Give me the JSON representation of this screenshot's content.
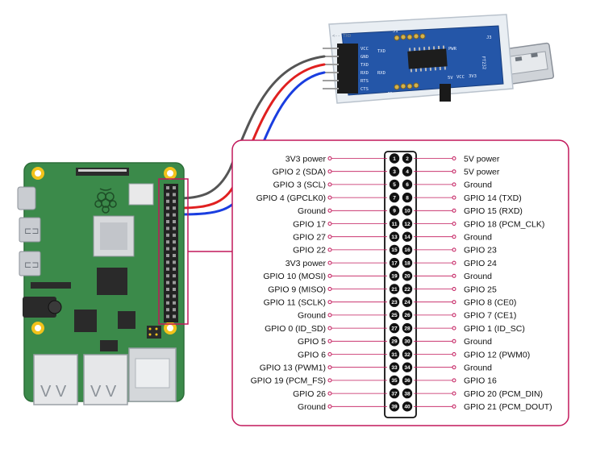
{
  "usb_adapter": {
    "header_pins": [
      "VCC",
      "GND",
      "TXD",
      "RXD",
      "RTS",
      "CTS"
    ],
    "board_text": [
      "FT232",
      "5V",
      "VCC",
      "3V3",
      "PWR",
      "TXD",
      "RXD",
      "J1",
      "J2",
      "J3"
    ],
    "case_text": [
      "<-- TXD"
    ]
  },
  "gpio": {
    "rows": [
      {
        "left": "3V3 power",
        "right": "5V power",
        "lpin": "1",
        "rpin": "2"
      },
      {
        "left": "GPIO 2 (SDA)",
        "right": "5V power",
        "lpin": "3",
        "rpin": "4"
      },
      {
        "left": "GPIO 3 (SCL)",
        "right": "Ground",
        "lpin": "5",
        "rpin": "6"
      },
      {
        "left": "GPIO 4 (GPCLK0)",
        "right": "GPIO 14 (TXD)",
        "lpin": "7",
        "rpin": "8"
      },
      {
        "left": "Ground",
        "right": "GPIO 15 (RXD)",
        "lpin": "9",
        "rpin": "10"
      },
      {
        "left": "GPIO 17",
        "right": "GPIO 18 (PCM_CLK)",
        "lpin": "11",
        "rpin": "12"
      },
      {
        "left": "GPIO 27",
        "right": "Ground",
        "lpin": "13",
        "rpin": "14"
      },
      {
        "left": "GPIO 22",
        "right": "GPIO 23",
        "lpin": "15",
        "rpin": "16"
      },
      {
        "left": "3V3 power",
        "right": "GPIO 24",
        "lpin": "17",
        "rpin": "18"
      },
      {
        "left": "GPIO 10 (MOSI)",
        "right": "Ground",
        "lpin": "19",
        "rpin": "20"
      },
      {
        "left": "GPIO 9 (MISO)",
        "right": "GPIO 25",
        "lpin": "21",
        "rpin": "22"
      },
      {
        "left": "GPIO 11 (SCLK)",
        "right": "GPIO 8 (CE0)",
        "lpin": "23",
        "rpin": "24"
      },
      {
        "left": "Ground",
        "right": "GPIO 7 (CE1)",
        "lpin": "25",
        "rpin": "26"
      },
      {
        "left": "GPIO 0 (ID_SD)",
        "right": "GPIO 1 (ID_SC)",
        "lpin": "27",
        "rpin": "28"
      },
      {
        "left": "GPIO 5",
        "right": "Ground",
        "lpin": "29",
        "rpin": "30"
      },
      {
        "left": "GPIO 6",
        "right": "GPIO 12 (PWM0)",
        "lpin": "31",
        "rpin": "32"
      },
      {
        "left": "GPIO 13 (PWM1)",
        "right": "Ground",
        "lpin": "33",
        "rpin": "34"
      },
      {
        "left": "GPIO 19 (PCM_FS)",
        "right": "GPIO 16",
        "lpin": "35",
        "rpin": "36"
      },
      {
        "left": "GPIO 26",
        "right": "GPIO 20 (PCM_DIN)",
        "lpin": "37",
        "rpin": "38"
      },
      {
        "left": "Ground",
        "right": "GPIO 21 (PCM_DOUT)",
        "lpin": "39",
        "rpin": "40"
      }
    ]
  },
  "colors": {
    "board_green": "#3b8a4a",
    "callout_red": "#c2185b",
    "wire_red": "#e02020",
    "wire_blue": "#1a3ee0",
    "wire_gray": "#555555",
    "pcb_blue": "#2456a8"
  }
}
